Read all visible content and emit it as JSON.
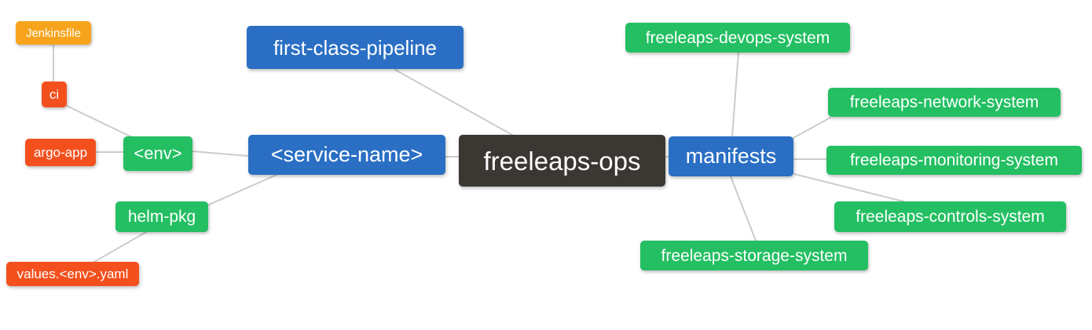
{
  "diagram": {
    "type": "mindmap",
    "root_label": "freeleaps-ops",
    "palette": {
      "blue": "#2a6fc4",
      "green": "#23bf62",
      "red": "#f4501e",
      "amber": "#f7a41c",
      "dark": "#3b3733",
      "line": "#cccccc",
      "text": "#ffffff",
      "background": "#ffffff"
    },
    "nodes": {
      "freeleaps_ops": {
        "label": "freeleaps-ops",
        "color": "dark"
      },
      "first_class_pipeline": {
        "label": "first-class-pipeline",
        "color": "blue"
      },
      "service_name": {
        "label": "<service-name>",
        "color": "blue"
      },
      "manifests": {
        "label": "manifests",
        "color": "blue"
      },
      "env": {
        "label": "<env>",
        "color": "green"
      },
      "helm_pkg": {
        "label": "helm-pkg",
        "color": "green"
      },
      "ci": {
        "label": "ci",
        "color": "red"
      },
      "argo_app": {
        "label": "argo-app",
        "color": "red"
      },
      "jenkinsfile": {
        "label": "Jenkinsfile",
        "color": "amber"
      },
      "values_env_yaml": {
        "label": "values.<env>.yaml",
        "color": "red"
      },
      "devops_system": {
        "label": "freeleaps-devops-system",
        "color": "green"
      },
      "network_system": {
        "label": "freeleaps-network-system",
        "color": "green"
      },
      "monitoring_system": {
        "label": "freeleaps-monitoring-system",
        "color": "green"
      },
      "controls_system": {
        "label": "freeleaps-controls-system",
        "color": "green"
      },
      "storage_system": {
        "label": "freeleaps-storage-system",
        "color": "green"
      }
    },
    "edges": [
      [
        "freeleaps_ops",
        "first_class_pipeline"
      ],
      [
        "freeleaps_ops",
        "service_name"
      ],
      [
        "freeleaps_ops",
        "manifests"
      ],
      [
        "service_name",
        "env"
      ],
      [
        "service_name",
        "helm_pkg"
      ],
      [
        "env",
        "ci"
      ],
      [
        "env",
        "argo_app"
      ],
      [
        "ci",
        "jenkinsfile"
      ],
      [
        "helm_pkg",
        "values_env_yaml"
      ],
      [
        "manifests",
        "devops_system"
      ],
      [
        "manifests",
        "network_system"
      ],
      [
        "manifests",
        "monitoring_system"
      ],
      [
        "manifests",
        "controls_system"
      ],
      [
        "manifests",
        "storage_system"
      ]
    ]
  }
}
